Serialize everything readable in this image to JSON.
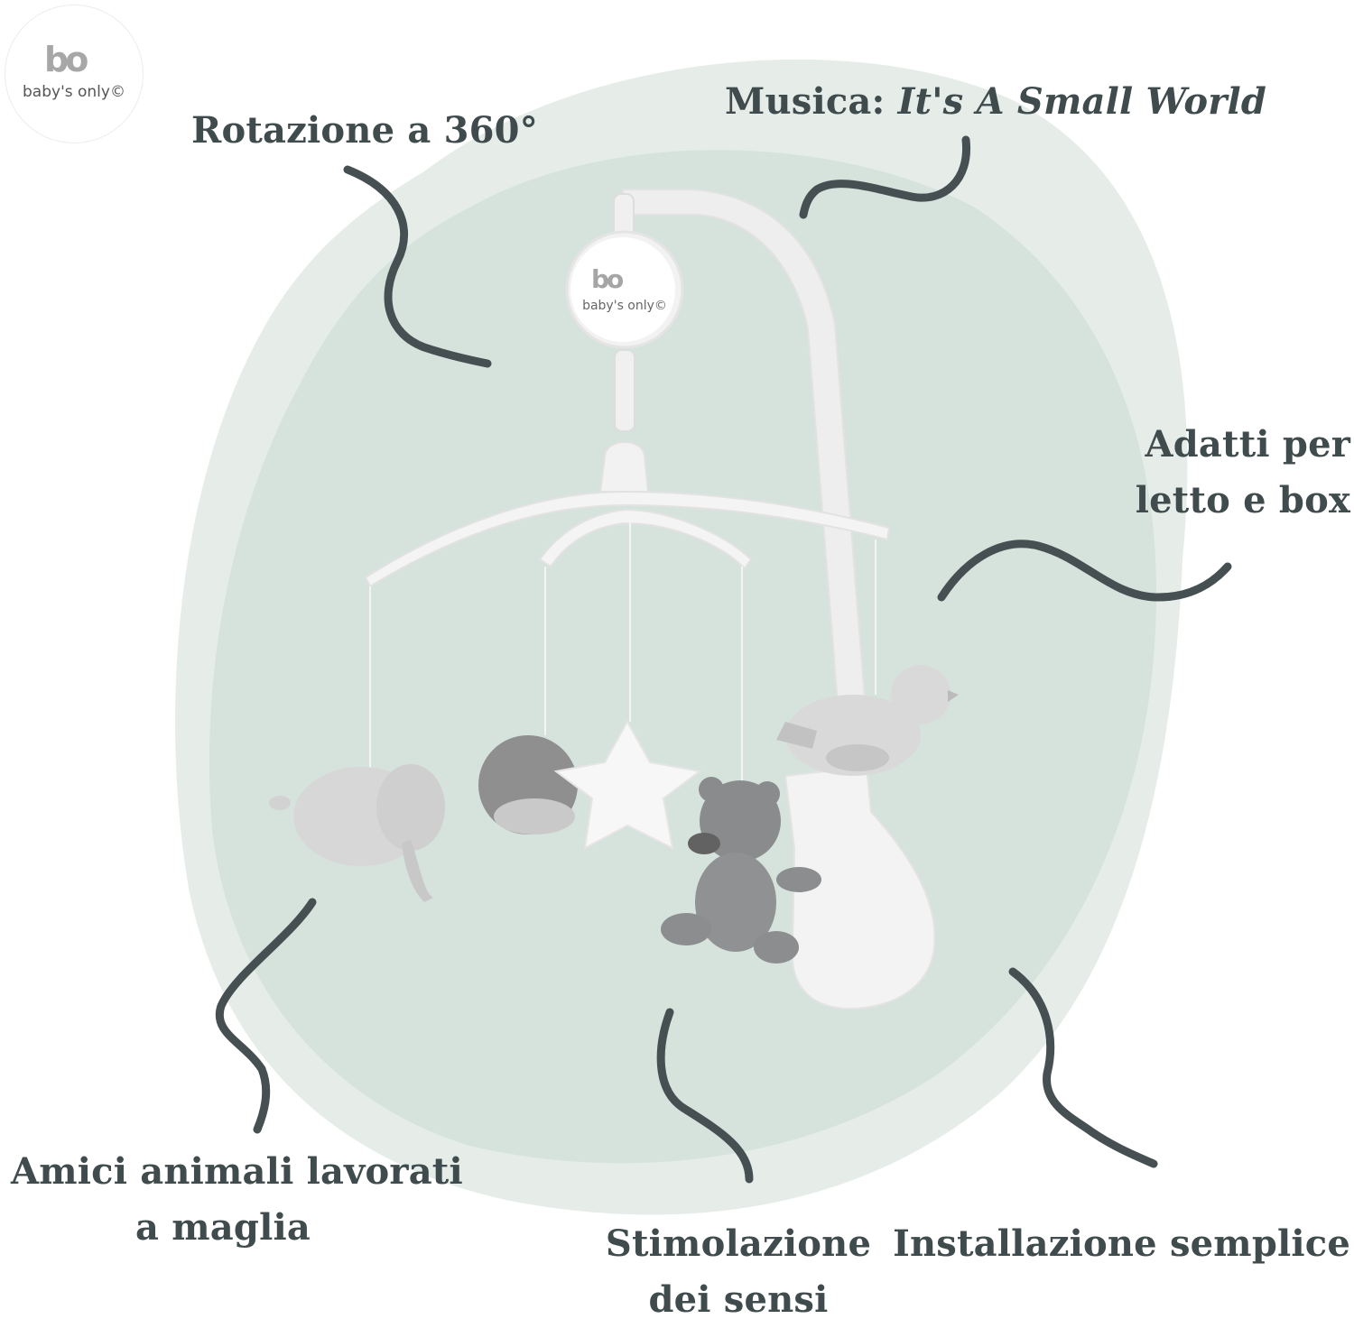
{
  "brand": {
    "logo_mark": "bo",
    "logo_text": "baby's only©"
  },
  "product_logo": {
    "mark": "bo",
    "text": "baby's only©"
  },
  "callouts": {
    "rotation": "Rotazione a 360°",
    "music_prefix": "Musica: ",
    "music_title": "It's A Small World",
    "fit_line1": "Adatti per",
    "fit_line2": "letto e box",
    "knitted_line1": "Amici animali lavorati",
    "knitted_line2": "a maglia",
    "senses_line1": "Stimolazione",
    "senses_line2": "dei sensi",
    "install": "Installazione semplice"
  },
  "colors": {
    "blob": "#dde6e2",
    "blob_inner": "#d3e0da",
    "text": "#3f4b4c",
    "curl": "#465053"
  }
}
